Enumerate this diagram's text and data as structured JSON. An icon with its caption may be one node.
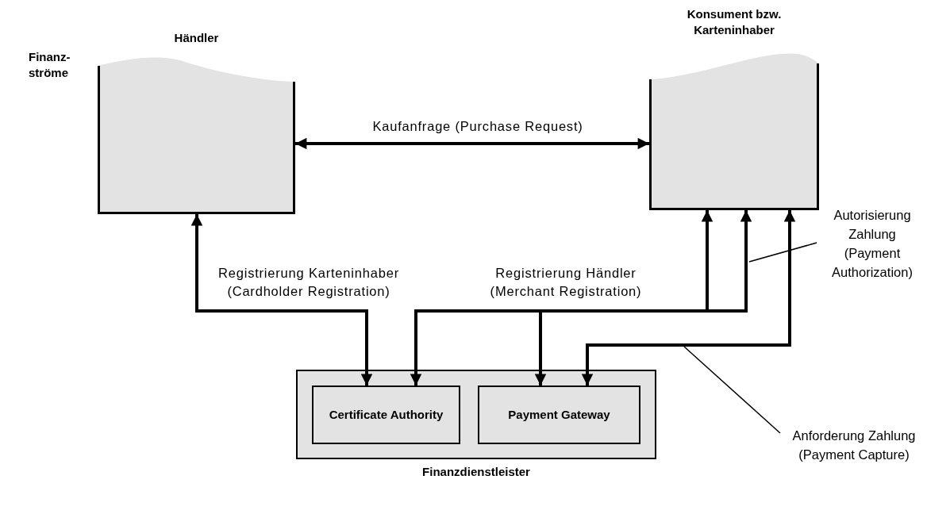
{
  "diagram": {
    "nodes": [
      {
        "text": [
          "Händler"
        ]
      },
      {
        "text": [
          "Konsument bzw. Karteninhaber"
        ]
      },
      {
        "text": [
          "Finanzdienstleister"
        ]
      },
      {
        "text": [
          "Certificate Authority"
        ],
        "in": 2
      },
      {
        "text": [
          "Payment Gateway"
        ],
        "in": 2
      },
      {
        "text": [
          "Autorisierung Zahlung (Payment Authorization)"
        ]
      },
      {
        "text": [
          "Anforderung Zahlung (Payment Capture)"
        ]
      }
    ],
    "edges": [
      {
        "from": 0,
        "to": 1,
        "arrow": "both",
        "label": "Kaufanfrage (Purchase Request)"
      },
      {
        "from": 0,
        "to": 3,
        "arrow": "both",
        "label": "Registrierung Karteninhaber (Cardholder Registration)"
      },
      {
        "from": 3,
        "to": 1,
        "arrow": "both",
        "label": "Registrierung Händler (Merchant Registration)"
      },
      {
        "from": 4,
        "to": 1,
        "arrow": "both"
      },
      {
        "from": 4,
        "to": 1,
        "arrow": "both"
      },
      {
        "from": 5,
        "to": null,
        "arrow": "none"
      },
      {
        "from": 6,
        "to": null,
        "arrow": "none"
      }
    ],
    "labels": [
      "Finanz- ströme"
    ]
  }
}
